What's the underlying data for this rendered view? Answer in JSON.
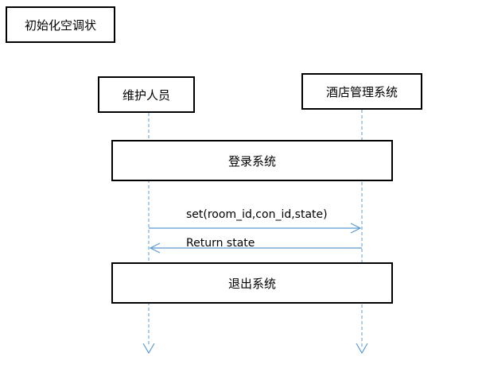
{
  "diagram": {
    "title": "初始化空调状",
    "actors": {
      "left": "维护人员",
      "right": "酒店管理系统"
    },
    "frames": {
      "login": "登录系统",
      "logout": "退出系统"
    },
    "messages": {
      "set": "set(room_id,con_id,state)",
      "return": "Return state"
    },
    "colors": {
      "lifeline": "#5b9bd5",
      "box_border": "#000000"
    }
  }
}
